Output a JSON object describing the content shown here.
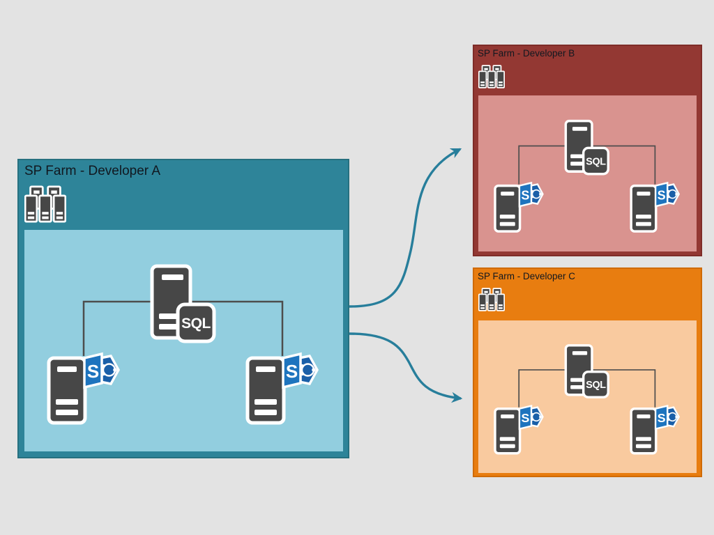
{
  "farms": [
    {
      "id": "developer-a",
      "title": "SP Farm - Developer A",
      "box_color": "#2e8499",
      "panel_color": "#92cedf",
      "servers": {
        "sql": 1,
        "sharepoint": 2
      }
    },
    {
      "id": "developer-b",
      "title": "SP Farm - Developer B",
      "box_color": "#933833",
      "panel_color": "#d9938f",
      "servers": {
        "sql": 1,
        "sharepoint": 2
      }
    },
    {
      "id": "developer-c",
      "title": "SP Farm - Developer C",
      "box_color": "#e87d10",
      "panel_color": "#f9ca9f",
      "servers": {
        "sql": 1,
        "sharepoint": 2
      }
    }
  ],
  "icons": {
    "sql_badge_label": "SQL",
    "sharepoint_label": "S",
    "server_dark_color": "#474747",
    "sharepoint_blue": "#1e74be",
    "sharepoint_blue_dark": "#1a5fa8"
  },
  "connectors": {
    "color": "#4d4d4d"
  },
  "arrows": {
    "color": "#277e9b",
    "from": "SP Farm - Developer A",
    "to": [
      "SP Farm - Developer B",
      "SP Farm - Developer C"
    ]
  },
  "canvas": {
    "background": "#e3e3e3"
  }
}
